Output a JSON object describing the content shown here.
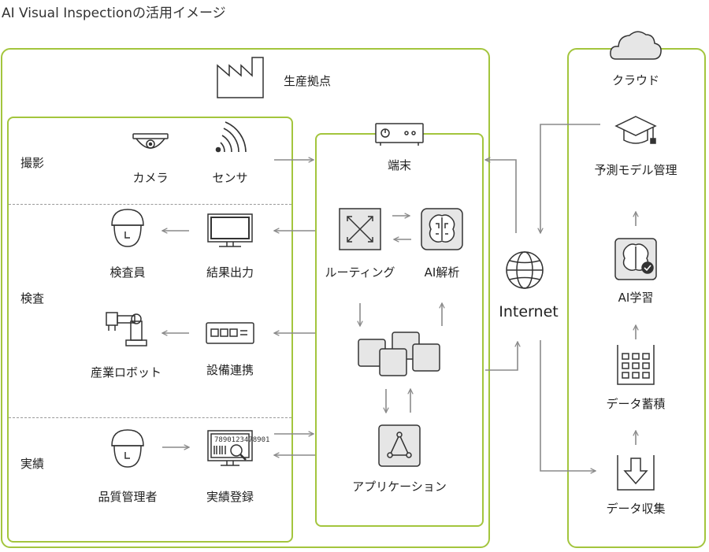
{
  "title": "AI Visual  Inspectionの活用イメージ",
  "factory": {
    "label": "生産拠点",
    "rows": {
      "shooting": "撮影",
      "inspection": "検査",
      "results": "実績"
    },
    "items": {
      "camera": "カメラ",
      "sensor": "センサ",
      "inspector": "検査員",
      "result_output": "結果出力",
      "robot": "産業ロボット",
      "equipment_link": "設備連携",
      "quality_manager": "品質管理者",
      "result_registration": "実績登録",
      "barcode_text": "7890123478901"
    },
    "terminal": {
      "label": "端末",
      "routing": "ルーティング",
      "ai_analysis": "AI解析",
      "application": "アプリケーション"
    }
  },
  "internet": "Internet",
  "cloud": {
    "label": "クラウド",
    "prediction_model": "予測モデル管理",
    "ai_learning": "AI学習",
    "data_storage": "データ蓄積",
    "data_collection": "データ収集"
  },
  "colors": {
    "panel_border": "#a3c53d",
    "arrow": "#8a8a8a",
    "icon_stroke": "#333333",
    "box_fill": "#e6e6e6"
  }
}
